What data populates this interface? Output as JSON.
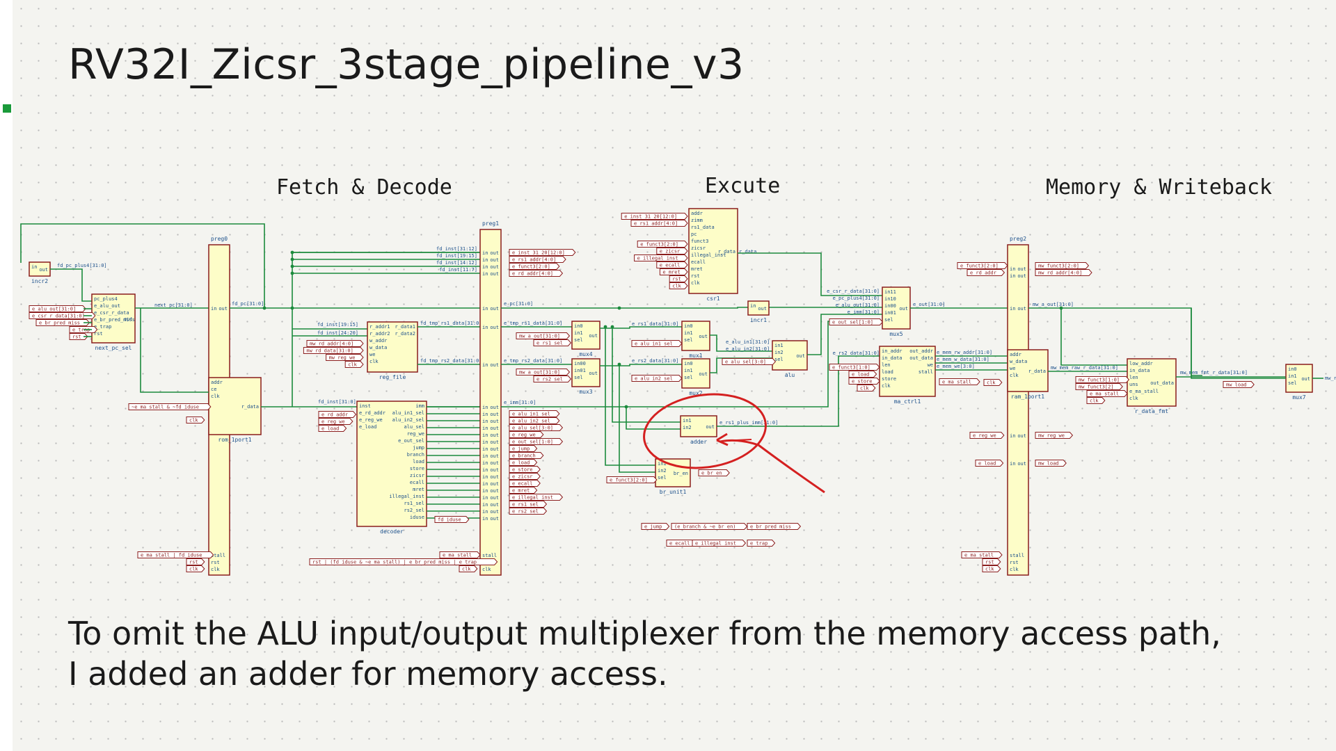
{
  "title": "RV32I_Zicsr_3stage_pipeline_v3",
  "stages": {
    "fetch": "Fetch & Decode",
    "execute": "Excute",
    "memory": "Memory & Writeback"
  },
  "caption": {
    "line1": "To omit the ALU input/output multiplexer from the memory access path,",
    "line2": "I added an adder for memory access."
  },
  "colors": {
    "block_fill": "#fdfdc8",
    "block_border": "#8a1c1c",
    "wire": "#1b8a3c",
    "label_text": "#1b4f8a",
    "annotation": "#d42020"
  },
  "blocks": {
    "incr2": {
      "name": "incr2",
      "pins_l": [
        "in"
      ],
      "pins_r": [
        "out"
      ]
    },
    "next_pc_sel": {
      "name": "next_pc_sel",
      "pins_l": [
        "pc_plus4",
        "e_alu_out",
        "e_csr_r_data",
        "e_br_pred_miss",
        "e_trap",
        "rst"
      ],
      "pins_r": [
        "out"
      ]
    },
    "preg0": {
      "name": "preg0",
      "pins_l": [
        "in"
      ],
      "pins_r": [
        "out"
      ]
    },
    "rom_1port1": {
      "name": "rom_1port1",
      "pins_l": [
        "addr",
        "ce",
        "clk"
      ],
      "pins_r": [
        "r_data"
      ]
    },
    "reg_file": {
      "name": "reg_file",
      "pins_l": [
        "r_addr1",
        "r_addr2",
        "w_addr",
        "w_data",
        "we",
        "clk"
      ],
      "pins_r": [
        "r_data1",
        "r_data2"
      ]
    },
    "decoder": {
      "name": "decoder",
      "pins_l": [
        "inst",
        "e_rd_addr",
        "e_reg_we",
        "e_load"
      ],
      "pins_r": [
        "imm",
        "alu_in1_sel",
        "alu_in2_sel",
        "alu_sel",
        "reg_we",
        "e_out_sel",
        "jump",
        "branch",
        "load",
        "store",
        "zicsr",
        "ecall",
        "mret",
        "illegal_inst",
        "rs1_sel",
        "rs2_sel",
        "iduse"
      ]
    },
    "preg1": {
      "name": "preg1"
    },
    "csr1": {
      "name": "csr1",
      "pins_l": [
        "addr",
        "zimm",
        "rs1_data",
        "pc",
        "funct3",
        "zicsr",
        "illegal_inst",
        "ecall",
        "mret",
        "rst",
        "clk"
      ],
      "pins_r": [
        "r_data"
      ]
    },
    "incr1": {
      "name": "incr1",
      "pins_l": [
        "in"
      ],
      "pins_r": [
        "out"
      ]
    },
    "mux4": {
      "name": "mux4",
      "pins_l": [
        "in0",
        "in1",
        "sel"
      ],
      "pins_r": [
        "out"
      ]
    },
    "mux3": {
      "name": "mux3",
      "pins_l": [
        "in00",
        "in01",
        "sel"
      ],
      "pins_r": [
        "out"
      ]
    },
    "mux1": {
      "name": "mux1",
      "pins_l": [
        "in0",
        "in1",
        "sel"
      ],
      "pins_r": [
        "out"
      ]
    },
    "mux2": {
      "name": "mux2",
      "pins_l": [
        "in0",
        "in1",
        "sel"
      ],
      "pins_r": [
        "out"
      ]
    },
    "alu": {
      "name": "alu",
      "pins_l": [
        "in1",
        "in2",
        "sel"
      ],
      "pins_r": [
        "out"
      ]
    },
    "adder": {
      "name": "adder",
      "pins_l": [
        "in1",
        "in2"
      ],
      "pins_r": [
        "out"
      ]
    },
    "br_unit1": {
      "name": "br_unit1",
      "pins_l": [
        "in1",
        "in2",
        "sel"
      ],
      "pins_r": [
        "br_en"
      ]
    },
    "mux5": {
      "name": "mux5",
      "pins_l": [
        "in11",
        "in10",
        "in00",
        "in01",
        "sel"
      ],
      "pins_r": [
        "out"
      ]
    },
    "ma_ctrl1": {
      "name": "ma_ctrl1",
      "pins_l": [
        "in_addr",
        "in_data",
        "len",
        "load",
        "store",
        "clk"
      ],
      "pins_r": [
        "out_addr",
        "out_data",
        "we",
        "stall"
      ]
    },
    "preg2": {
      "name": "preg2"
    },
    "ram_1port1": {
      "name": "ram_1port1",
      "pins_l": [
        "addr",
        "w_data",
        "we",
        "clk"
      ],
      "pins_r": [
        "r_data"
      ]
    },
    "r_data_fmt": {
      "name": "r_data_fmt",
      "pins_l": [
        "low_addr",
        "in_data",
        "len",
        "uns",
        "e_ma_stall",
        "clk"
      ],
      "pins_r": [
        "out_data"
      ]
    },
    "mux7": {
      "name": "mux7",
      "pins_l": [
        "in0",
        "in1",
        "sel"
      ],
      "pins_r": [
        "out"
      ]
    }
  },
  "preg_ports": {
    "in": "in",
    "out": "out",
    "stall": "stall",
    "rst": "rst",
    "clk": "clk"
  },
  "nets": {
    "fd_pc_plus4": "fd_pc_plus4[31:0]",
    "next_pc": "next_pc[31:0]",
    "fd_pc": "fd_pc[31:0]",
    "fd_inst_31_12": "fd_inst[31:12]",
    "fd_inst_19_15": "fd_inst[19:15]",
    "fd_inst_14_12": "fd_inst[14:12]",
    "fd_inst_11_7": "fd_inst[11:7]",
    "fd_inst_19_15b": "fd_inst[19:15]",
    "fd_inst_24_20": "fd_inst[24:20]",
    "fd_tmp_rs1": "fd_tmp_rs1_data[31:0]",
    "fd_tmp_rs2": "fd_tmp_rs2_data[31:0]",
    "fd_inst": "fd_inst[31:0]",
    "e_pc": "e_pc[31:0]",
    "e_tmp_rs1": "e_tmp_rs1_data[31:0]",
    "e_tmp_rs2": "e_tmp_rs2_data[31:0]",
    "e_rs1_data": "e_rs1_data[31:0]",
    "e_rs2_data": "e_rs2_data[31:0]",
    "e_imm": "e_imm[31:0]",
    "e_alu_in1": "e_alu_in1[31:0]",
    "e_alu_in2": "e_alu_in2[31:0]",
    "e_rs1_plus_imm": "e_rs1_plus_imm[31:0]",
    "e_out": "e_out[31:0]",
    "mw_a_out": "mw_a_out[31:0]",
    "e_mem_rw_addr": "e_mem_rw_addr[31:0]",
    "e_mem_w_data": "e_mem_w_data[31:0]",
    "e_mem_we": "e_mem_we[3:0]",
    "mw_mem_raw_r_data": "mw_mem_raw_r_data[31:0]",
    "mw_mem_fmt_r_data": "mw_mem_fmt_r_data[31:0]",
    "mw_rd_data": "mw_rd_data[31:0]",
    "e_csr_r_data": "e_csr_r_data[31:0]",
    "e_pc_plus4": "e_pc_plus4[31:0]",
    "e_alu_out": "e_alu_out[31:0]",
    "e_imm2": "e_imm[31:0]",
    "e_out_sel": "e_out_sel[1:0]"
  },
  "labels": {
    "next_pc_in": [
      "e_alu_out[31:0]",
      "e_csr_r_data[31:0]",
      "e_br_pred_miss",
      "e_trap",
      "rst"
    ],
    "rom_in": [
      "~e_ma_stall & ~fd_iduse",
      "clk"
    ],
    "regfile_in": [
      "mw_rd_addr[4:0]",
      "mw_rd_data[31:0]",
      "mw_reg_we",
      "clk"
    ],
    "decoder_in": [
      "e_rd_addr",
      "e_reg_we",
      "e_load"
    ],
    "preg0_ctrl": [
      "e_ma_stall | fd_iduse",
      "rst",
      "clk"
    ],
    "preg1_ctrl": [
      "e_ma_stall",
      "rst | (fd_iduse & ~e_ma_stall) | e_br_pred_miss | e_trap",
      "clk"
    ],
    "preg1_out": [
      "e_inst_31_20[12:0]",
      "e_rs1_addr[4:0]",
      "e_funct3[2:0]",
      "e_rd_addr[4:0]",
      "e_alu_in1_sel",
      "e_alu_in2_sel",
      "e_alu_sel[3:0]",
      "e_reg_we",
      "e_out_sel[1:0]",
      "e_jump",
      "e_branch",
      "e_load",
      "e_store",
      "e_zicsr",
      "e_ecall",
      "e_mret",
      "e_illegal_inst",
      "e_rs1_sel",
      "e_rs2_sel"
    ],
    "fd_iduse": "fd_iduse",
    "csr_in": [
      "e_inst_31_20[12:0]",
      "e_rs1_addr[4:0]",
      "e_funct3[2:0]",
      "e_zicsr",
      "e_illegal_inst",
      "e_ecall",
      "e_mret",
      "rst",
      "clk"
    ],
    "mux4_in": [
      "mw_a_out[31:0]",
      "e_rs1_sel"
    ],
    "mux3_in": [
      "mw_a_out[31:0]",
      "e_rs2_sel"
    ],
    "mux1_sel": "e_alu_in1_sel",
    "mux2_sel": "e_alu_in2_sel",
    "alu_sel": "e_alu_sel[3:0]",
    "br_sel": "e_funct3[2:0]",
    "br_out": "e_br_en",
    "logic1": [
      "e_jump",
      "(e_branch & ~e_br_en)",
      "e_br_pred_miss"
    ],
    "logic2": [
      "e_ecall",
      "e_illegal_inst",
      "e_trap"
    ],
    "mactrl_in": [
      "e_funct3[1:0]",
      "e_load",
      "e_store",
      "clk"
    ],
    "mactrl_out": "e_ma_stall",
    "ram_clk": "clk",
    "preg2_in": [
      "e_funct3[2:0]",
      "e_rd_addr"
    ],
    "preg2_out": [
      "mw_funct3[2:0]",
      "mw_rd_addr[4:0]"
    ],
    "preg2_regwe": [
      "e_reg_we",
      "mw_reg_we"
    ],
    "preg2_load": [
      "e_load",
      "mw_load"
    ],
    "preg2_ctrl": [
      "e_ma_stall",
      "rst",
      "clk"
    ],
    "fmt_in": [
      "mw_funct3[1:0]",
      "mw_funct3[2]",
      "e_ma_stall",
      "clk"
    ],
    "mux7_sel": "mw_load"
  }
}
